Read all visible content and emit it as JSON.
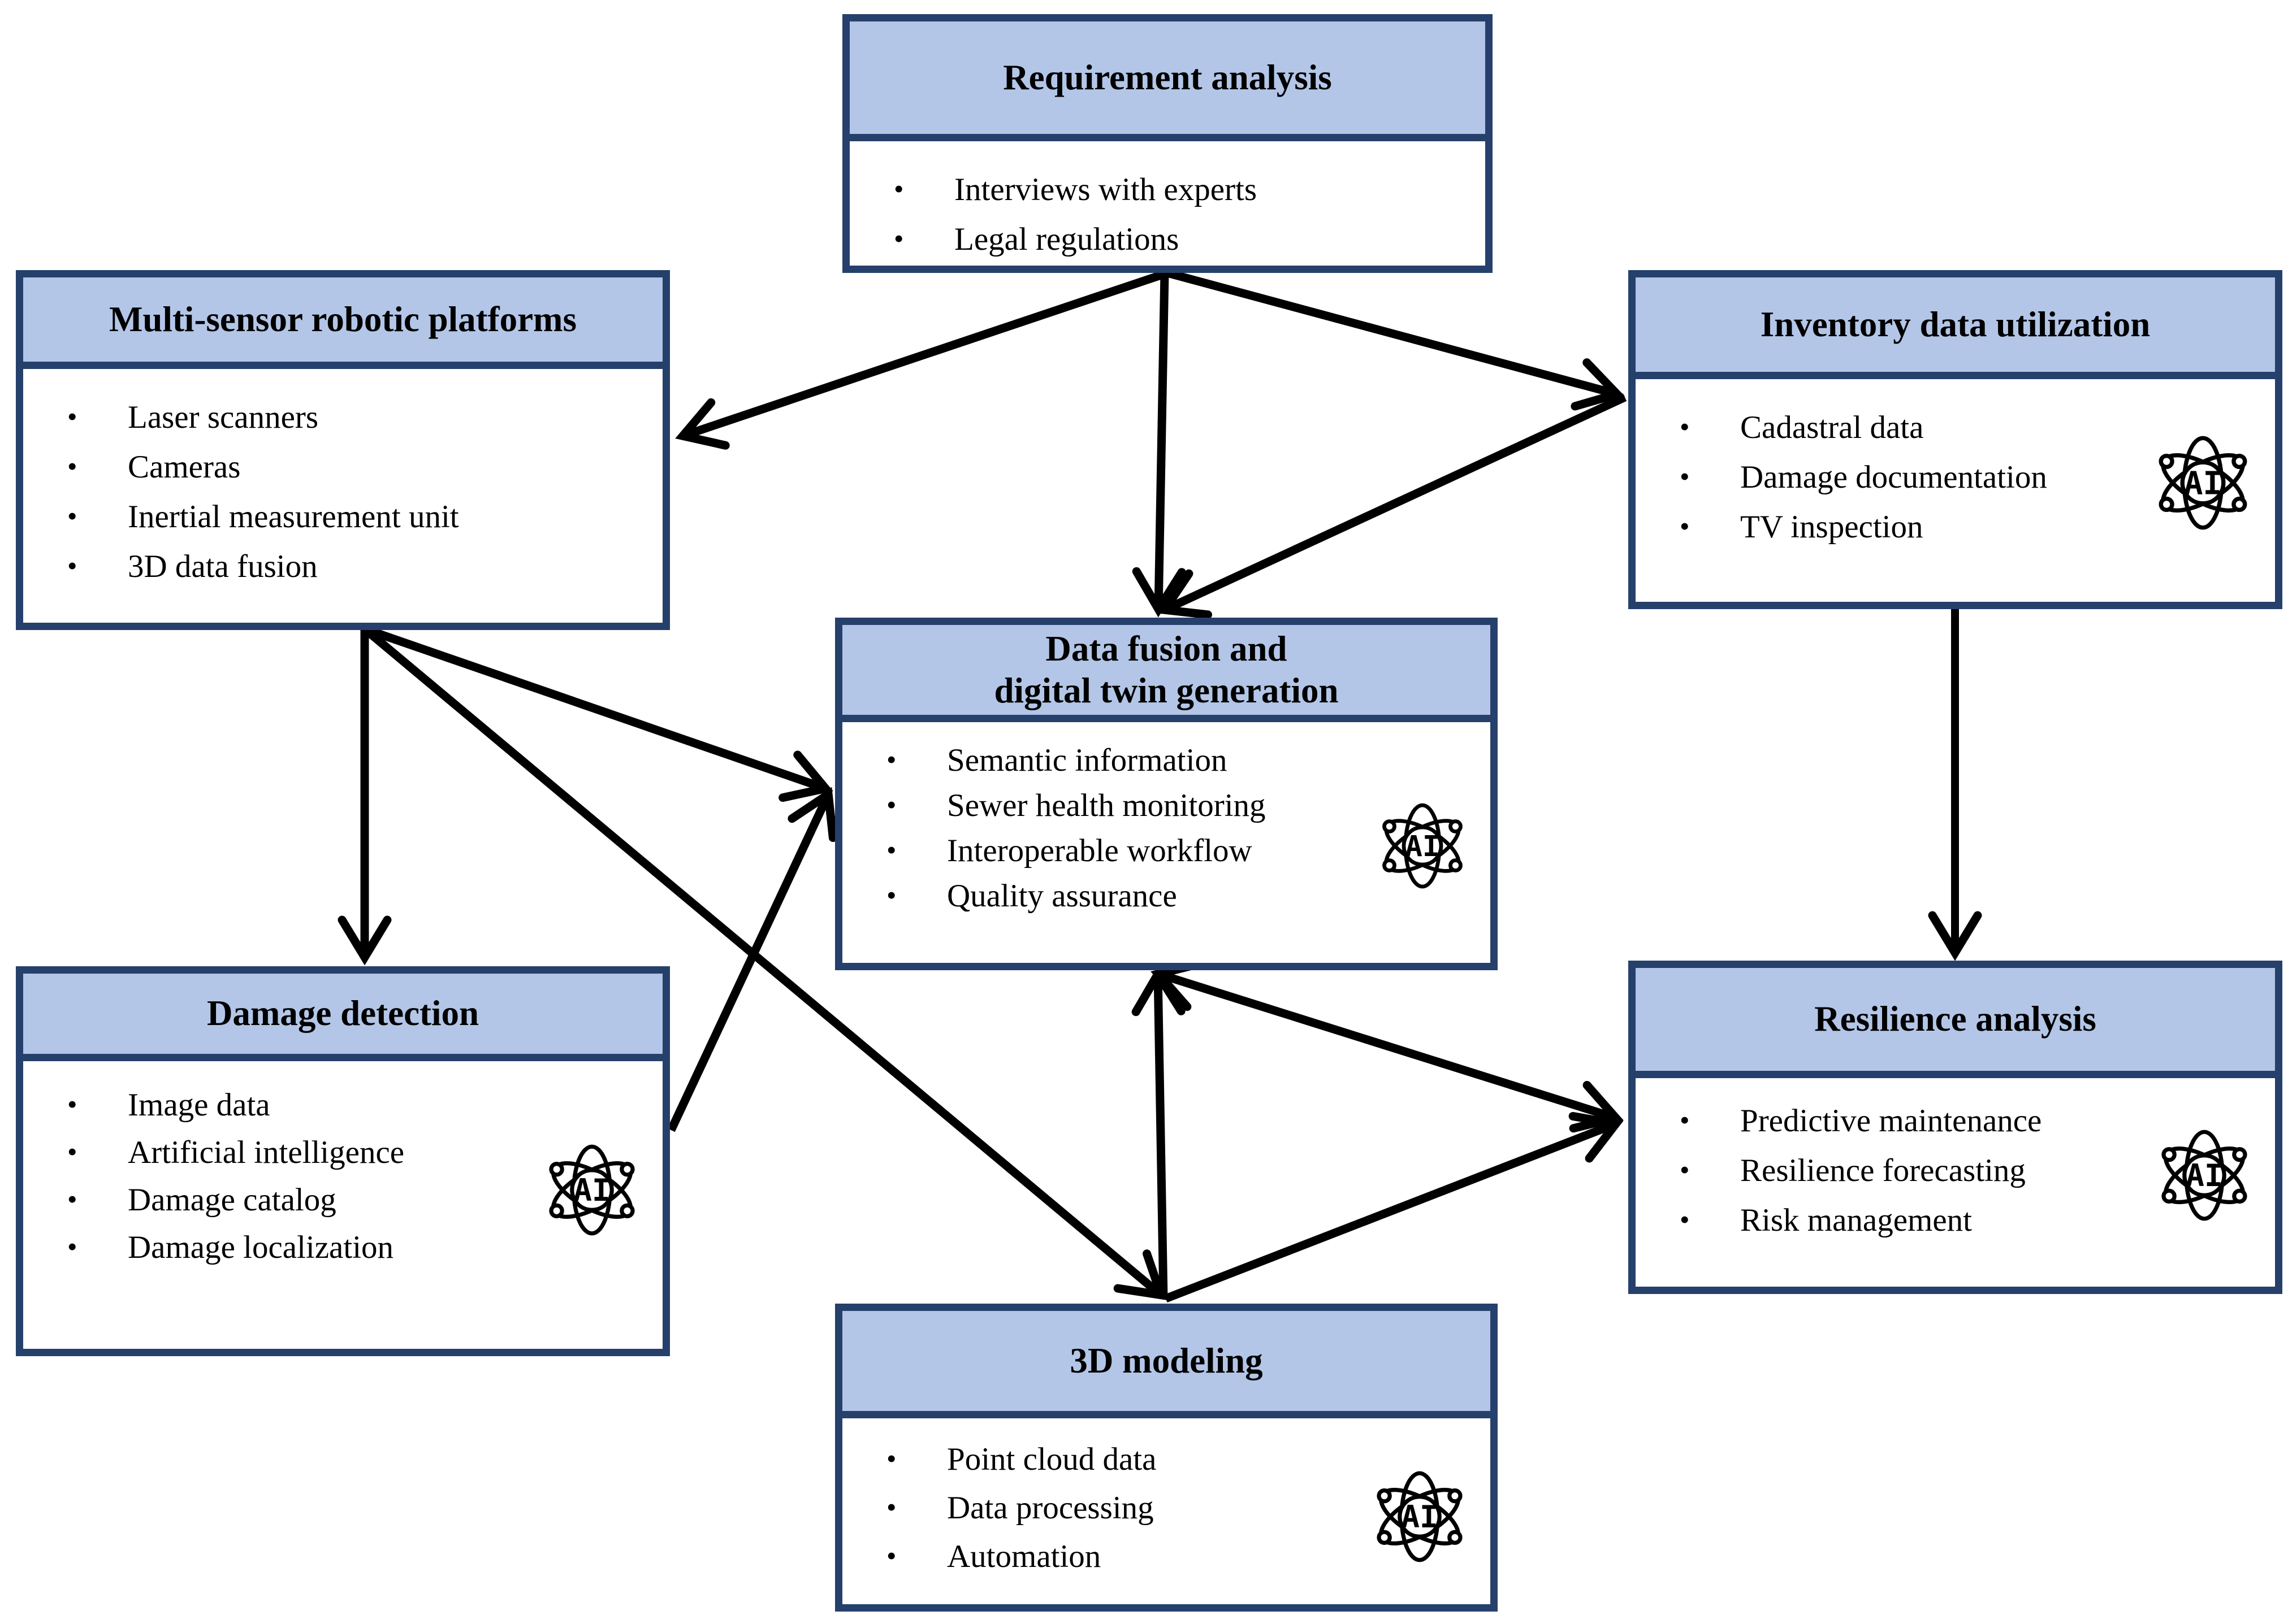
{
  "colors": {
    "header_fill": "#b3c6e7",
    "box_border": "#26406c",
    "arrow": "#000000",
    "body_fill": "#ffffff",
    "text": "#000000"
  },
  "icons": {
    "ai_label": "AI"
  },
  "boxes": {
    "requirement": {
      "title": "Requirement analysis",
      "title_lines": [
        "Requirement analysis"
      ],
      "items": [
        "Interviews with experts",
        "Legal regulations"
      ],
      "has_ai_icon": false
    },
    "multi_sensor": {
      "title": "Multi-sensor robotic platforms",
      "title_lines": [
        "Multi-sensor robotic platforms"
      ],
      "items": [
        "Laser scanners",
        "Cameras",
        "Inertial measurement unit",
        "3D data fusion"
      ],
      "has_ai_icon": false
    },
    "inventory": {
      "title": "Inventory data utilization",
      "title_lines": [
        "Inventory data utilization"
      ],
      "items": [
        "Cadastral data",
        "Damage documentation",
        "TV inspection"
      ],
      "has_ai_icon": true
    },
    "data_fusion": {
      "title": "Data fusion and digital twin generation",
      "title_lines": [
        "Data fusion and",
        "digital twin generation"
      ],
      "items": [
        "Semantic information",
        "Sewer health monitoring",
        "Interoperable workflow",
        "Quality assurance"
      ],
      "has_ai_icon": true
    },
    "damage_detection": {
      "title": "Damage detection",
      "title_lines": [
        "Damage detection"
      ],
      "items": [
        "Image data",
        "Artificial intelligence",
        "Damage catalog",
        "Damage localization"
      ],
      "has_ai_icon": true
    },
    "resilience": {
      "title": "Resilience analysis",
      "title_lines": [
        "Resilience analysis"
      ],
      "items": [
        "Predictive maintenance",
        "Resilience forecasting",
        "Risk management"
      ],
      "has_ai_icon": true
    },
    "three_d": {
      "title": "3D modeling",
      "title_lines": [
        "3D modeling"
      ],
      "items": [
        "Point cloud data",
        "Data processing",
        "Automation"
      ],
      "has_ai_icon": true
    }
  },
  "edges": [
    {
      "from": "requirement",
      "to": "multi_sensor",
      "bidirectional": false
    },
    {
      "from": "requirement",
      "to": "inventory",
      "bidirectional": false
    },
    {
      "from": "requirement",
      "to": "data_fusion",
      "bidirectional": false
    },
    {
      "from": "inventory",
      "to": "data_fusion",
      "bidirectional": false
    },
    {
      "from": "inventory",
      "to": "resilience",
      "bidirectional": false
    },
    {
      "from": "multi_sensor",
      "to": "damage_detection",
      "bidirectional": false
    },
    {
      "from": "multi_sensor",
      "to": "data_fusion",
      "bidirectional": false
    },
    {
      "from": "multi_sensor",
      "to": "three_d",
      "bidirectional": false
    },
    {
      "from": "damage_detection",
      "to": "data_fusion",
      "bidirectional": false
    },
    {
      "from": "three_d",
      "to": "data_fusion",
      "bidirectional": false
    },
    {
      "from": "three_d",
      "to": "resilience",
      "bidirectional": false
    },
    {
      "from": "data_fusion",
      "to": "resilience",
      "bidirectional": true
    }
  ]
}
